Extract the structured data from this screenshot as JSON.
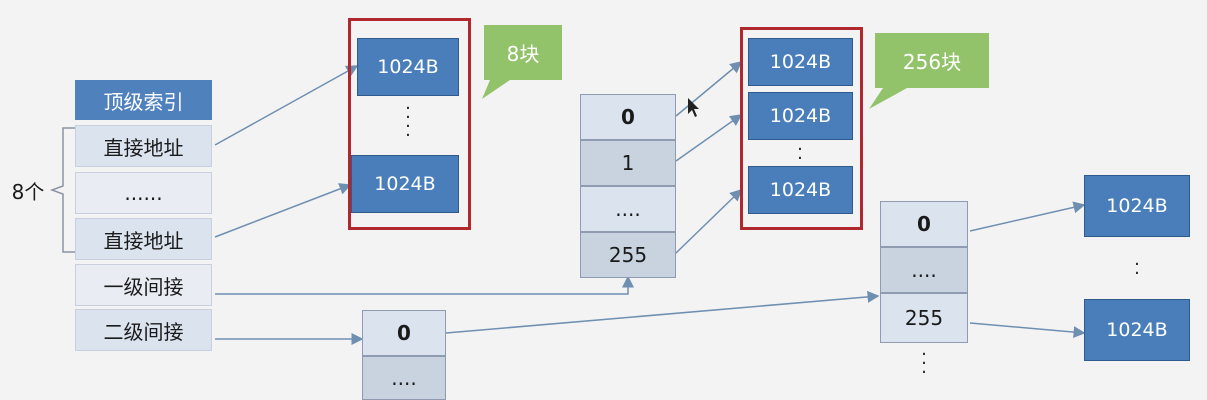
{
  "index": {
    "header": "顶级索引",
    "rows": [
      "直接地址",
      "......",
      "直接地址",
      "一级间接",
      "二级间接"
    ],
    "brace_label": "8个"
  },
  "direct_blocks": {
    "block_label": "1024B",
    "callout": "8块"
  },
  "single_indirect": {
    "rows": [
      "0",
      "1",
      "....",
      "255"
    ],
    "block_label": "1024B",
    "callout": "256块"
  },
  "double_indirect": {
    "level1_rows": [
      "0",
      "...."
    ],
    "level2_rows": [
      "0",
      "....",
      "255"
    ],
    "block_label": "1024B"
  },
  "colors": {
    "block": "#4a7ebb",
    "red_box": "#b0272d",
    "callout": "#92c36a",
    "arrow": "#6f8fb0"
  }
}
